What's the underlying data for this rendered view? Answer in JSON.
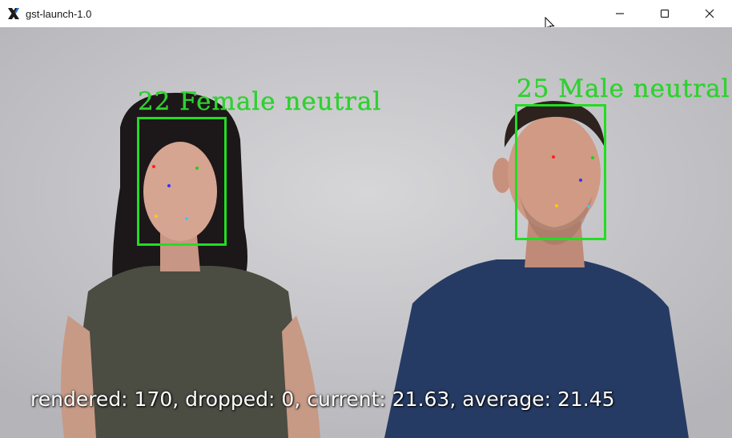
{
  "window": {
    "title": "gst-launch-1.0",
    "controls": {
      "minimize_icon": "minimize-icon",
      "maximize_icon": "maximize-icon",
      "close_icon": "close-icon"
    }
  },
  "video": {
    "detections": [
      {
        "label": "22 Female neutral"
      },
      {
        "label": "25 Male neutral"
      }
    ],
    "stats_text": "rendered: 170, dropped: 0, current: 21.63, average: 21.45"
  },
  "colors": {
    "box": "#22dd22",
    "label": "#2fd12f",
    "eye_left": "#ff2020",
    "eye_right": "#22cc22",
    "nose": "#3333ff",
    "mouth_left": "#ffcc00",
    "mouth_right": "#33ccff"
  }
}
